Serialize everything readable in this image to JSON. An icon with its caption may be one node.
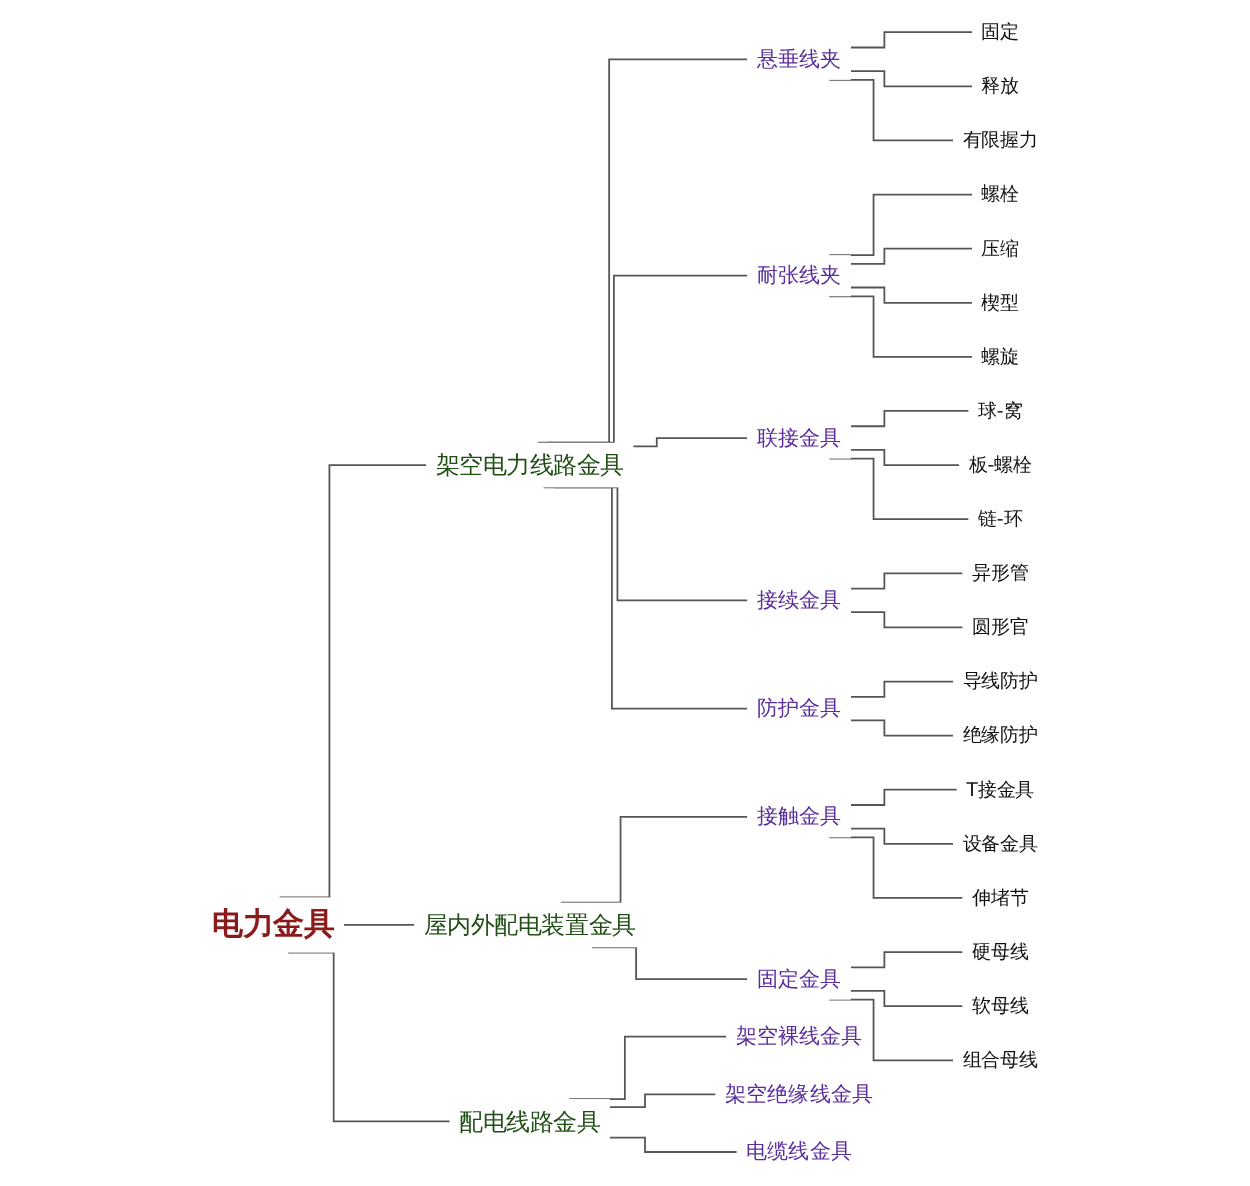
{
  "diagram": {
    "nodes": [
      {
        "text": [
          "电力金具"
        ]
      },
      {
        "text": [
          "架空电力线路金具"
        ]
      },
      {
        "text": [
          "悬垂线夹"
        ]
      },
      {
        "text": [
          "固定"
        ]
      },
      {
        "text": [
          "释放"
        ]
      },
      {
        "text": [
          "有限握力"
        ]
      },
      {
        "text": [
          "耐张线夹"
        ]
      },
      {
        "text": [
          "螺栓"
        ]
      },
      {
        "text": [
          "压缩"
        ]
      },
      {
        "text": [
          "楔型"
        ]
      },
      {
        "text": [
          "螺旋"
        ]
      },
      {
        "text": [
          "联接金具"
        ]
      },
      {
        "text": [
          "球-窝"
        ]
      },
      {
        "text": [
          "板-螺栓"
        ]
      },
      {
        "text": [
          "链-环"
        ]
      },
      {
        "text": [
          "接续金具"
        ]
      },
      {
        "text": [
          "异形管"
        ]
      },
      {
        "text": [
          "圆形官"
        ]
      },
      {
        "text": [
          "防护金具"
        ]
      },
      {
        "text": [
          "导线防护"
        ]
      },
      {
        "text": [
          "绝缘防护"
        ]
      },
      {
        "text": [
          "屋内外配电装置金具"
        ]
      },
      {
        "text": [
          "接触金具"
        ]
      },
      {
        "text": [
          "T接金具"
        ]
      },
      {
        "text": [
          "设备金具"
        ]
      },
      {
        "text": [
          "伸堵节"
        ]
      },
      {
        "text": [
          "固定金具"
        ]
      },
      {
        "text": [
          "硬母线"
        ]
      },
      {
        "text": [
          "软母线"
        ]
      },
      {
        "text": [
          "组合母线"
        ]
      },
      {
        "text": [
          "配电线路金具"
        ]
      },
      {
        "text": [
          "架空裸线金具"
        ]
      },
      {
        "text": [
          "架空绝缘线金具"
        ]
      },
      {
        "text": [
          "电缆线金具"
        ]
      }
    ],
    "edges": [
      {
        "from": 0,
        "to": 1,
        "arrow": "none"
      },
      {
        "from": 1,
        "to": 2,
        "arrow": "none"
      },
      {
        "from": 2,
        "to": 3,
        "arrow": "none"
      },
      {
        "from": 2,
        "to": 4,
        "arrow": "none"
      },
      {
        "from": 2,
        "to": 5,
        "arrow": "none"
      },
      {
        "from": 1,
        "to": 6,
        "arrow": "none"
      },
      {
        "from": 6,
        "to": 7,
        "arrow": "none"
      },
      {
        "from": 6,
        "to": 8,
        "arrow": "none"
      },
      {
        "from": 6,
        "to": 9,
        "arrow": "none"
      },
      {
        "from": 6,
        "to": 10,
        "arrow": "none"
      },
      {
        "from": 1,
        "to": 11,
        "arrow": "none"
      },
      {
        "from": 11,
        "to": 12,
        "arrow": "none"
      },
      {
        "from": 11,
        "to": 13,
        "arrow": "none"
      },
      {
        "from": 11,
        "to": 14,
        "arrow": "none"
      },
      {
        "from": 1,
        "to": 15,
        "arrow": "none"
      },
      {
        "from": 15,
        "to": 16,
        "arrow": "none"
      },
      {
        "from": 15,
        "to": 17,
        "arrow": "none"
      },
      {
        "from": 1,
        "to": 18,
        "arrow": "none"
      },
      {
        "from": 18,
        "to": 19,
        "arrow": "none"
      },
      {
        "from": 18,
        "to": 20,
        "arrow": "none"
      },
      {
        "from": 0,
        "to": 21,
        "arrow": "none"
      },
      {
        "from": 21,
        "to": 22,
        "arrow": "none"
      },
      {
        "from": 22,
        "to": 23,
        "arrow": "none"
      },
      {
        "from": 22,
        "to": 24,
        "arrow": "none"
      },
      {
        "from": 22,
        "to": 25,
        "arrow": "none"
      },
      {
        "from": 21,
        "to": 26,
        "arrow": "none"
      },
      {
        "from": 26,
        "to": 27,
        "arrow": "none"
      },
      {
        "from": 26,
        "to": 28,
        "arrow": "none"
      },
      {
        "from": 26,
        "to": 29,
        "arrow": "none"
      },
      {
        "from": 0,
        "to": 30,
        "arrow": "none"
      },
      {
        "from": 30,
        "to": 31,
        "arrow": "none"
      },
      {
        "from": 30,
        "to": 32,
        "arrow": "none"
      },
      {
        "from": 30,
        "to": 33,
        "arrow": "none"
      }
    ]
  }
}
